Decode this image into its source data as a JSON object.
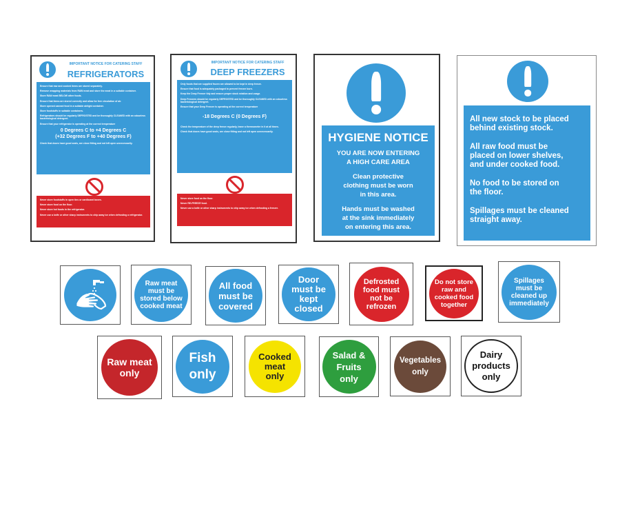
{
  "colors": {
    "blue": "#3a9bd8",
    "red": "#d9252b",
    "yellow": "#f5e300",
    "green": "#2e9e3e",
    "brown": "#6b4a3a",
    "white": "#ffffff"
  },
  "refrigerators": {
    "notice": "IMPORTANT NOTICE FOR CATERING STAFF",
    "title": "REFRIGERATORS",
    "lines": [
      "Ensure that raw and cooked items are stored separately.",
      "Remove wrapping materials from RAW meat and store the meat in a suitable container.",
      "Store RAW meat BELOW other foods.",
      "Ensure that items are stored correctly and allow for free circulation of air.",
      "Store opened canned food in a suitable airtight container.",
      "Store foodstuffs in suitable containers.",
      "Refrigerators should be regularly DEFROSTED and be thoroughly CLEANED with an odourless bacteriological detergent.",
      "Ensure that your refrigerator is operating at the correct temperature"
    ],
    "temp1": "0 Degrees C to +4 Degrees C",
    "temp2": "(+32 Degrees F to +40 Degrees F)",
    "after_temp": "Check that doors have good seals, are close fitting and not left open unnecessarily.",
    "red_lines": [
      "Never store foodstuffs in open tins or cardboard boxes.",
      "Never store food on the floor.",
      "Never store hot foods in the refrigerator.",
      "Never use a knife or other sharp instruments to chip away ice when defrosting a refrigerator."
    ]
  },
  "freezers": {
    "notice": "IMPORTANT NOTICE FOR CATERING STAFF",
    "title": "DEEP FREEZERS",
    "lines": [
      "Only foods that are supplied frozen are allowed to be kept in deep freeze.",
      "Ensure that food is adequately packaged to prevent freezer burn.",
      "Keep the Deep Freezer tidy and ensure proper stock rotation and usage.",
      "Deep Freezers should be regularly DEFROSTED and be thoroughly CLEANED with an odourless bacteriological detergent.",
      "Ensure that your Deep Freezer is operating at the correct temperature"
    ],
    "temp": "-18 Degrees C  (0 Degrees F)",
    "after_temp": [
      "Check the temperature of the deep freeze regularly, leave a thermometer in it at all times.",
      "Check that doors have good seals, are close fitting and not left open unnecessarily."
    ],
    "red_lines": [
      "Never store food on the floor.",
      "Never RE-FREEZE food.",
      "Never use a knife or other sharp instruments to chip away ice when defrosting a freezer."
    ]
  },
  "hygiene": {
    "title": "HYGIENE NOTICE",
    "subtitle1": "YOU ARE NOW ENTERING",
    "subtitle2": "A HIGH CARE AREA",
    "p1a": "Clean protective",
    "p1b": "clothing must be worn",
    "p1c": "in this area.",
    "p2a": "Hands must be washed",
    "p2b": "at the sink immediately",
    "p2c": "on entering this area."
  },
  "stock": {
    "p1a": "All new stock to be placed",
    "p1b": "behind existing stock.",
    "p2a": "All raw food must be",
    "p2b": "placed on lower shelves,",
    "p2c": "and under cooked food.",
    "p3a": "No food to be stored on",
    "p3b": "the floor.",
    "p4a": "Spillages must be cleaned",
    "p4b": "straight away."
  },
  "row1": [
    {
      "label": ""
    },
    {
      "label": "Raw meat must be stored below cooked meat"
    },
    {
      "label": "All food must be covered"
    },
    {
      "label": "Door must be kept closed"
    },
    {
      "label": "Defrosted food must not be refrozen"
    },
    {
      "label": "Do not store raw and cooked food together"
    },
    {
      "label": "Spillages must be cleaned up immediately"
    }
  ],
  "row2": [
    {
      "label": "Raw meat only"
    },
    {
      "label": "Fish only"
    },
    {
      "label": "Cooked meat only"
    },
    {
      "label": "Salad & Fruits only"
    },
    {
      "label": "Vegetables only"
    },
    {
      "label": "Dairy products only"
    }
  ]
}
